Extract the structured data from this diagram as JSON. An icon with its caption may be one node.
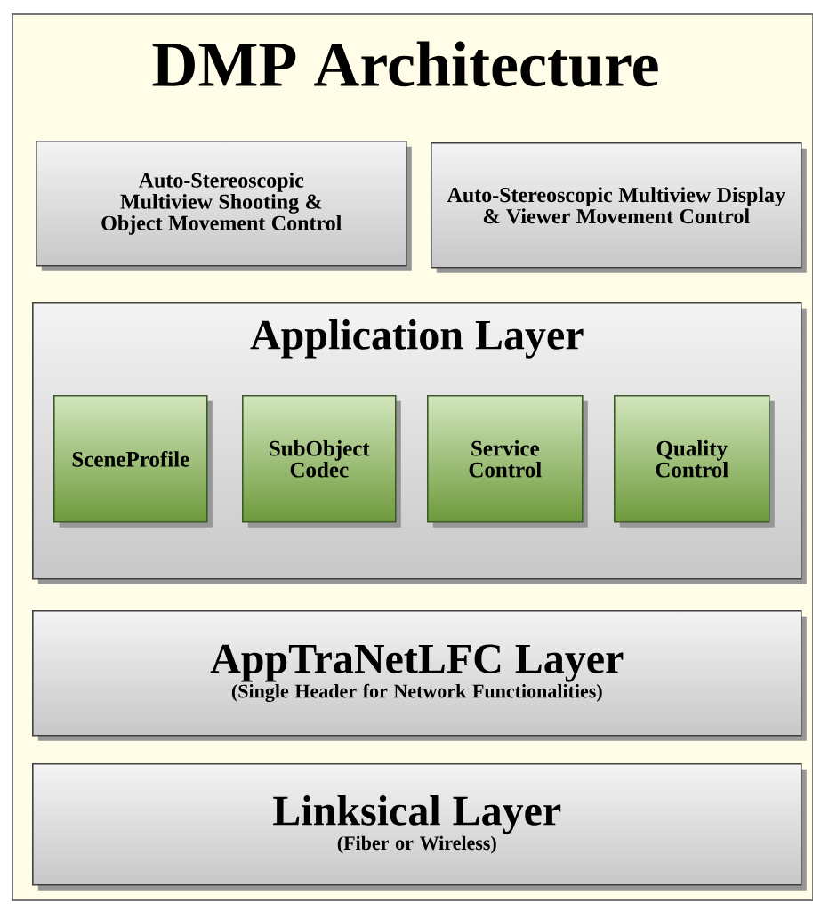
{
  "diagram": {
    "title": "DMP Architecture",
    "nodes": [
      {
        "text": [
          "Auto-Stereoscopic Multiview Shooting & Object Movement Control"
        ]
      },
      {
        "text": [
          "Auto-Stereoscopic Multiview Display & Viewer Movement Control"
        ]
      },
      {
        "text": [
          "Application Layer"
        ]
      },
      {
        "text": [
          "SceneProfile"
        ],
        "in": 2
      },
      {
        "text": [
          "SubObject Codec"
        ],
        "in": 2
      },
      {
        "text": [
          "Service Control"
        ],
        "in": 2
      },
      {
        "text": [
          "Quality Control"
        ],
        "in": 2
      },
      {
        "text": [
          "AppTraNetLFC Layer",
          "(Single Header for Network Functionalities)"
        ]
      },
      {
        "text": [
          "Linksical Layer",
          "(Fiber or Wireless)"
        ]
      }
    ],
    "edges": []
  }
}
